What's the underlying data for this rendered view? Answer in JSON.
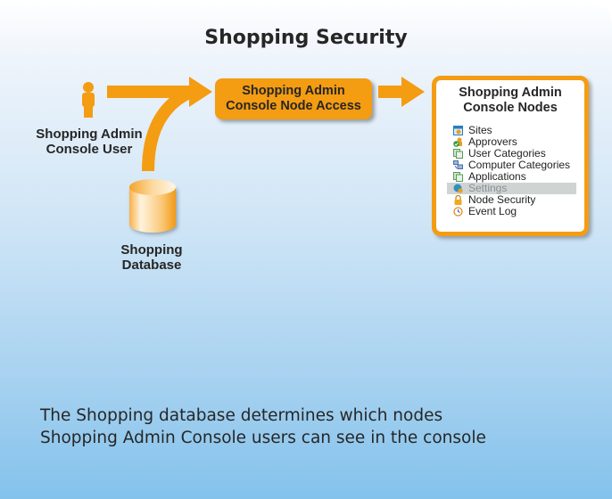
{
  "title": "Shopping Security",
  "user": {
    "label_line1": "Shopping Admin",
    "label_line2": "Console User",
    "icon": "user-icon"
  },
  "database": {
    "label_line1": "Shopping",
    "label_line2": "Database",
    "icon": "database-icon"
  },
  "access_box": {
    "line1": "Shopping Admin",
    "line2": "Console Node Access"
  },
  "nodes_panel": {
    "title_line1": "Shopping Admin",
    "title_line2": "Console Nodes",
    "items": [
      {
        "label": "Sites",
        "icon": "sites-icon",
        "selected": false
      },
      {
        "label": "Approvers",
        "icon": "approvers-icon",
        "selected": false
      },
      {
        "label": "User Categories",
        "icon": "user-categories-icon",
        "selected": false
      },
      {
        "label": "Computer Categories",
        "icon": "computer-categories-icon",
        "selected": false
      },
      {
        "label": "Applications",
        "icon": "applications-icon",
        "selected": false
      },
      {
        "label": "Settings",
        "icon": "settings-icon",
        "selected": true
      },
      {
        "label": "Node Security",
        "icon": "lock-icon",
        "selected": false
      },
      {
        "label": "Event Log",
        "icon": "event-log-icon",
        "selected": false
      }
    ]
  },
  "footer": {
    "line1": "The Shopping database determines which nodes",
    "line2": "Shopping Admin Console users can see in the console"
  },
  "colors": {
    "accent": "#f49c12",
    "text": "#262626",
    "selected_row": "#cfd4d3"
  }
}
